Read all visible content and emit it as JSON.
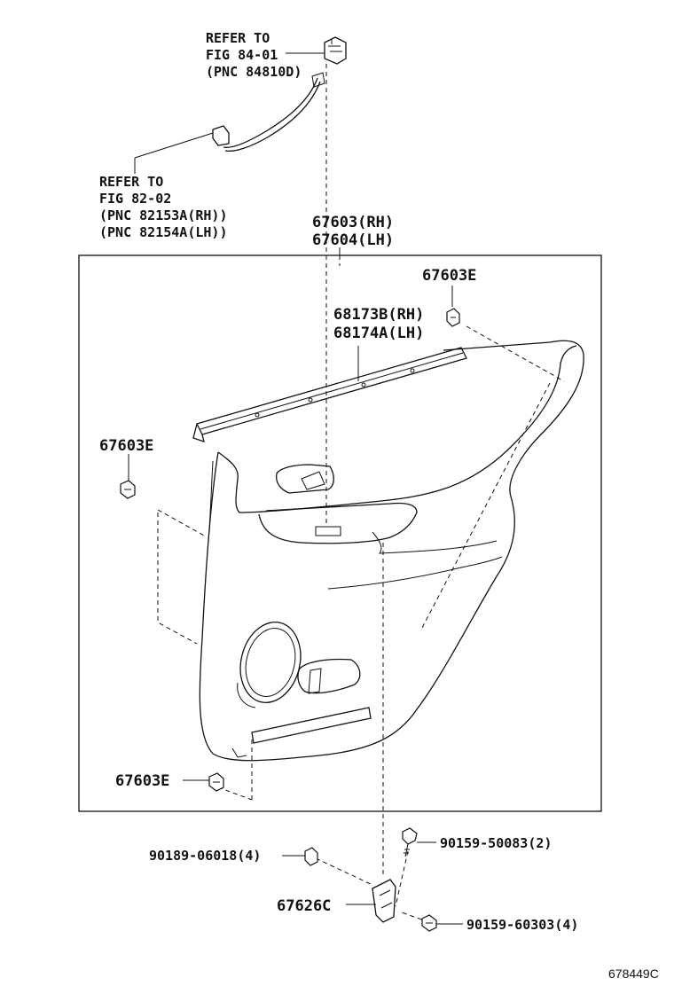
{
  "callouts": {
    "refer_fig84": [
      "REFER TO",
      "FIG 84-01",
      "(PNC 84810D)"
    ],
    "refer_fig82": [
      "REFER TO",
      "FIG 82-02",
      "(PNC 82153A(RH))",
      "(PNC 82154A(LH))"
    ],
    "board": [
      "67603(RH)",
      "67604(LH)"
    ],
    "clip_top_right": "67603E",
    "weatherstrip": [
      "68173B(RH)",
      "68174A(LH)"
    ],
    "clip_left": "67603E",
    "clip_bottom": "67603E",
    "nut": "90189-06018(4)",
    "screw_top": "90159-50083(2)",
    "bracket": "67626C",
    "screw_bottom": "90159-60303(4)"
  },
  "diagram_code": "678449C"
}
